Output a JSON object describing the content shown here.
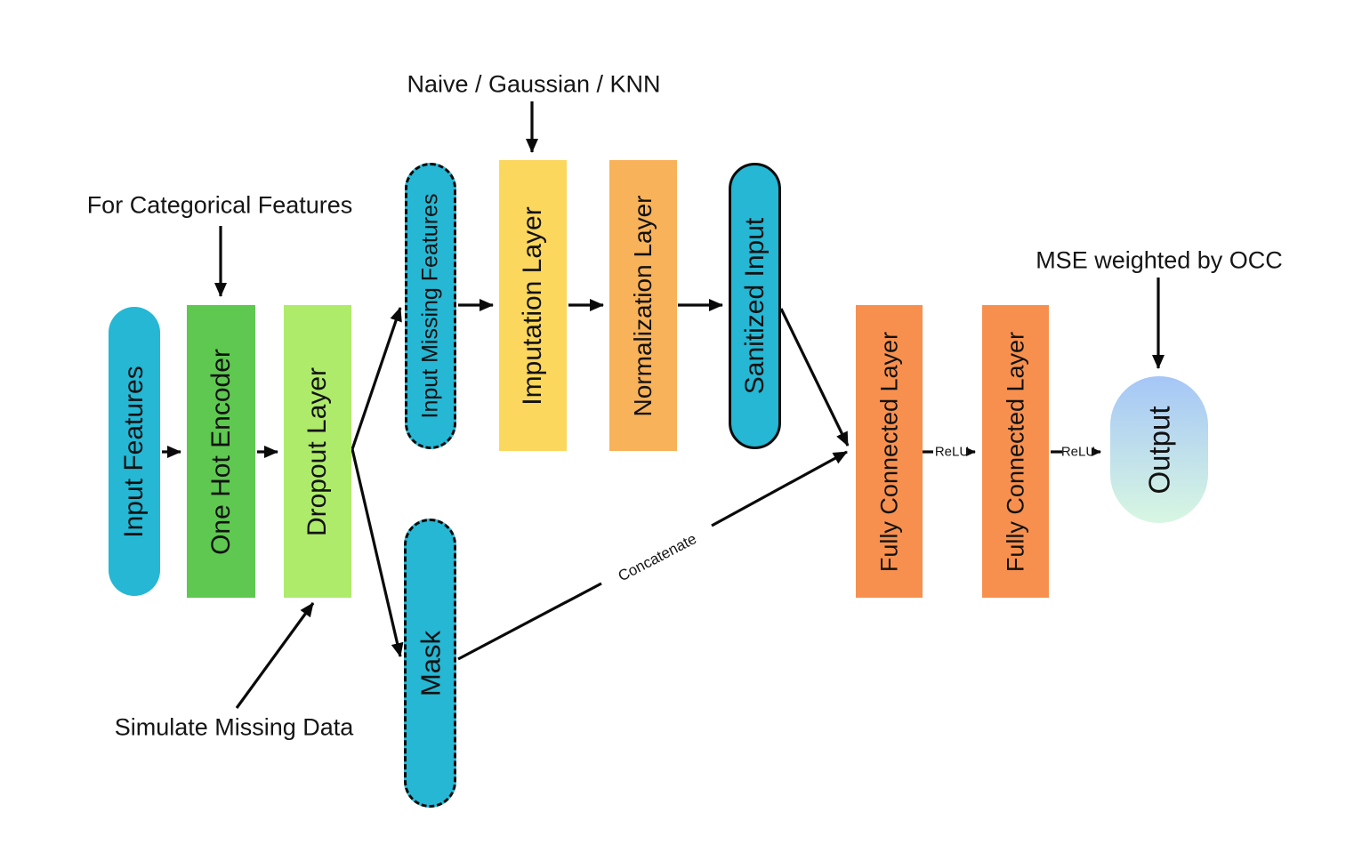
{
  "colors": {
    "cyan": "#25b7d4",
    "green": "#5ec850",
    "light_green": "#aeeb6b",
    "yellow": "#fbd75e",
    "orange": "#f8b25a",
    "deep_orange": "#f7904e",
    "output_top": "#a5c6f6",
    "output_bottom": "#d8f7e2",
    "line": "#0a0a0a"
  },
  "nodes": {
    "input_features": {
      "label": "Input Features"
    },
    "one_hot_encoder": {
      "label": "One Hot Encoder"
    },
    "dropout_layer": {
      "label": "Dropout Layer"
    },
    "input_missing_features": {
      "label": "Input Missing Features"
    },
    "imputation_layer": {
      "label": "Imputation Layer"
    },
    "normalization_layer": {
      "label": "Normalization Layer"
    },
    "sanitized_input": {
      "label": "Sanitized Input"
    },
    "mask": {
      "label": "Mask"
    },
    "fully_connected_1": {
      "label": "Fully Connected Layer"
    },
    "fully_connected_2": {
      "label": "Fully Connected Layer"
    },
    "output": {
      "label": "Output"
    }
  },
  "annotations": {
    "categorical": "For Categorical Features",
    "imputation_methods": "Naive / Gaussian / KNN",
    "simulate_missing": "Simulate Missing Data",
    "mse_occ": "MSE weighted by OCC",
    "concatenate": "Concatenate",
    "relu_1": "ReLU",
    "relu_2": "ReLU"
  }
}
